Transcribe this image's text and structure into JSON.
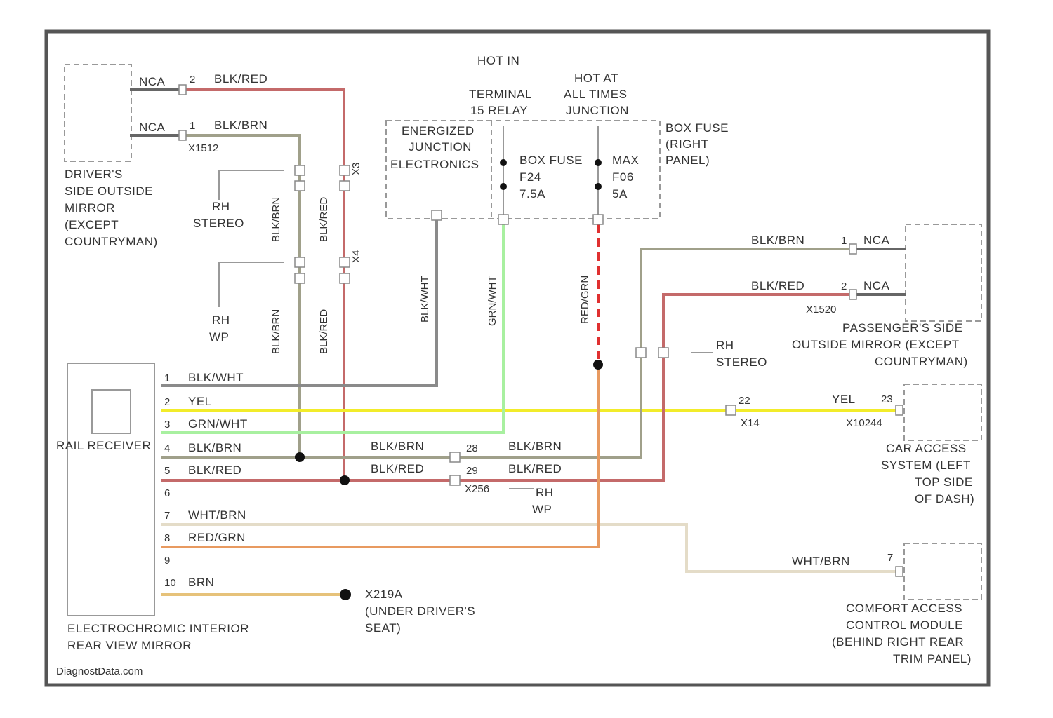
{
  "colors": {
    "blk_red": "#c46a6a",
    "blk_brn": "#a0a08a",
    "yel": "#f2ec2a",
    "grn_wht": "#a8f0a0",
    "blk_wht": "#8a8a8a",
    "wht_brn": "#e4dcc8",
    "red_grn": "#e89a60",
    "brn": "#e6c27a",
    "red_dash": "#e03030",
    "component": "#999999",
    "frame": "#555555"
  },
  "header": {
    "hot_in": "HOT IN",
    "terminal_line1": "TERMINAL",
    "terminal_line2": "15 RELAY",
    "hot_at_line1": "HOT AT",
    "hot_at_line2": "ALL TIMES",
    "hot_at_line3": "JUNCTION",
    "box_fuse_line1": "BOX FUSE",
    "box_fuse_line2": "(RIGHT",
    "box_fuse_line3": "PANEL)"
  },
  "junction": {
    "line1": "ENERGIZED",
    "line2": "JUNCTION",
    "line3": "ELECTRONICS",
    "fuse_a_line1": "BOX FUSE",
    "fuse_a_line2": "F24",
    "fuse_a_line3": "7.5A",
    "fuse_b_line1": "MAX",
    "fuse_b_line2": "F06",
    "fuse_b_line3": "5A"
  },
  "driver_mirror": {
    "label_line1": "DRIVER'S",
    "label_line2": "SIDE OUTSIDE",
    "label_line3": "MIRROR",
    "label_line4": "(EXCEPT",
    "label_line5": "COUNTRYMAN)",
    "nca_top": "NCA",
    "nca_bottom": "NCA",
    "pin_top": "2",
    "pin_bottom": "1",
    "wire_top": "BLK/RED",
    "wire_bottom": "BLK/BRN",
    "connector": "X1512"
  },
  "splices_left": {
    "rhd_label_line1": "RH",
    "rhd_label_line2": "STEREO",
    "lhd_label_line1": "RH",
    "lhd_label_line2": "WP",
    "vert_1": "BLK/BRN",
    "vert_2": "BLK/RED",
    "vert_3": "BLK/BRN",
    "vert_4": "BLK/RED",
    "conn_a": "X3",
    "conn_b": "X4"
  },
  "center_wires": {
    "blk_wht": "BLK/WHT",
    "grn_wht": "GRN/WHT",
    "red_grn": "RED/GRN"
  },
  "mirror_module": {
    "label_line1": "ELECTROCHROMIC INTERIOR",
    "label_line2": "REAR VIEW MIRROR",
    "inner_label": "RAIL RECEIVER",
    "pins": [
      {
        "num": "1",
        "wire": "BLK/WHT"
      },
      {
        "num": "2",
        "wire": "YEL"
      },
      {
        "num": "3",
        "wire": "GRN/WHT"
      },
      {
        "num": "4",
        "wire": "BLK/BRN"
      },
      {
        "num": "5",
        "wire": "BLK/RED"
      },
      {
        "num": "6",
        "wire": ""
      },
      {
        "num": "7",
        "wire": "WHT/BRN"
      },
      {
        "num": "8",
        "wire": "RED/GRN"
      },
      {
        "num": "9",
        "wire": ""
      },
      {
        "num": "10",
        "wire": "BRN"
      }
    ]
  },
  "middle_row": {
    "blk_brn_a": "BLK/BRN",
    "blk_red_a": "BLK/RED",
    "blk_brn_b": "BLK/BRN",
    "blk_red_b": "BLK/RED",
    "pin_28": "28",
    "pin_29": "29",
    "connector": "X256",
    "rh_line1": "RH",
    "rh_line2": "WP"
  },
  "passenger_mirror": {
    "label_line1": "PASSENGER'S SIDE",
    "label_line2": "OUTSIDE MIRROR (EXCEPT",
    "label_line3": "COUNTRYMAN)",
    "wire_top": "BLK/BRN",
    "wire_bottom": "BLK/RED",
    "pin_top": "1",
    "pin_bottom": "2",
    "nca_top": "NCA",
    "nca_bottom": "NCA",
    "connector": "X1520",
    "rh_line1": "RH",
    "rh_line2": "STEREO"
  },
  "car_access": {
    "label_line1": "CAR ACCESS",
    "label_line2": "SYSTEM (LEFT",
    "label_line3": "TOP SIDE",
    "label_line4": "OF DASH)",
    "wire": "YEL",
    "pin_a": "22",
    "pin_b": "23",
    "conn_a": "X14",
    "conn_b": "X10244"
  },
  "comfort_access": {
    "label_line1": "COMFORT ACCESS",
    "label_line2": "CONTROL MODULE",
    "label_line3": "(BEHIND RIGHT REAR",
    "label_line4": "TRIM PANEL)",
    "wire": "WHT/BRN",
    "pin": "7"
  },
  "ground": {
    "id": "X219A",
    "line1": "(UNDER DRIVER'S",
    "line2": "SEAT)"
  },
  "footer": {
    "watermark": "DiagnostData.com"
  }
}
